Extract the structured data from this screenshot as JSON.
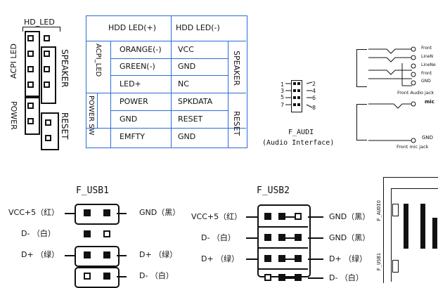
{
  "left_header": {
    "title": "HD_LED",
    "label_acpi_led": "ACPI LED",
    "label_power": "POWER",
    "label_speaker": "SPEAKER",
    "label_reset": "RESET"
  },
  "table": {
    "headers": [
      "HDD LED(+)",
      "HDD LED(-)"
    ],
    "groups": {
      "acpi_led": "ACPI_LED",
      "power_sw": "POWER SW",
      "speaker": "SPEAKER",
      "reset": "RESET"
    },
    "rows": [
      [
        "ORANGE(-)",
        "VCC"
      ],
      [
        "GREEN(-)",
        "GND"
      ],
      [
        "LED+",
        "NC"
      ],
      [
        "POWER",
        "SPKDATA"
      ],
      [
        "GND",
        "RESET"
      ],
      [
        "EMFTY",
        "GND"
      ]
    ]
  },
  "f_audi": {
    "pin_labels_left": [
      "1",
      "3",
      "5",
      "7"
    ],
    "pin_labels_right": [
      "2",
      "4",
      "6",
      "8"
    ],
    "title": "F_AUDI",
    "subtitle": "(Audio Interface)"
  },
  "audio_jacks": {
    "labels_top": [
      "Front",
      "LineN",
      "LineNe",
      "Front",
      "GND"
    ],
    "caption_top": "Front Audio jack",
    "mic_label": "mic",
    "labels_bottom": [
      "GND"
    ],
    "caption_bottom": "Front mic jack"
  },
  "usb1": {
    "title": "F_USB1",
    "left": [
      "VCC+5（红）",
      "D- （白）",
      "D+ （绿）"
    ],
    "right": [
      "GND（黑）",
      "D+ （绿）",
      "D- （白）"
    ]
  },
  "usb2": {
    "title": "F_USB2",
    "left": [
      "VCC+5（红）",
      "D- （白）",
      "D+ （绿）"
    ],
    "right": [
      "GND（黑）",
      "GND（黑）",
      "D+ （绿）",
      "D- （白）"
    ]
  },
  "board_labels": {
    "f_audio": "F_AUDIO",
    "f_usb": "F_USB1"
  }
}
